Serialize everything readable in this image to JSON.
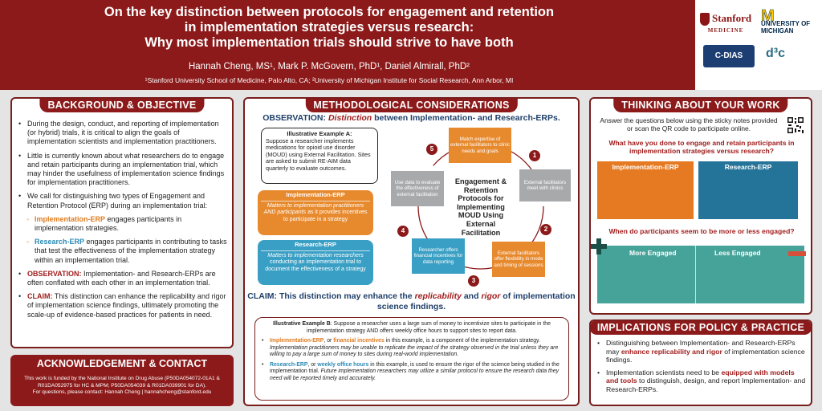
{
  "header": {
    "title_lines": [
      "On the key distinction between protocols for engagement and retention",
      "in implementation strategies versus research:",
      "Why most implementation trials should strive to have both"
    ],
    "authors": "Hannah Cheng, MS¹, Mark P. McGovern, PhD¹, Daniel Almirall, PhD²",
    "affiliations": "¹Stanford University School of Medicine, Palo Alto, CA; ²University of Michigan Institute for Social Research, Ann Arbor, MI",
    "logos": {
      "stanford": "Stanford",
      "stanford_sub": "MEDICINE",
      "umich_line1": "UNIVERSITY OF",
      "umich_line2": "MICHIGAN",
      "cdias": "C-DIAS",
      "d3c": "d³c"
    }
  },
  "background": {
    "title": "BACKGROUND & OBJECTIVE",
    "p1": "During the design, conduct, and reporting of implementation (or hybrid) trials, it is critical to align the goals of implementation scientists and implementation practitioners.",
    "p2": "Little is currently known about what researchers do to engage and retain participants during an implementation trial, which may hinder the usefulness of implementation science findings for implementation practitioners.",
    "p3": "We call for distinguishing two types of Engagement and Retention Protocol (ERP) during an implementation trial:",
    "sub1_term": "Implementation-ERP",
    "sub1_rest": " engages participants in implementation strategies.",
    "sub2_term": "Research-ERP",
    "sub2_rest": " engages participants in contributing to tasks that test the effectiveness of the implementation strategy within an implementation trial.",
    "obs_term": "OBSERVATION:",
    "obs_rest": " Implementation- and Research-ERPs are often conflated with each other in an implementation trial.",
    "claim_term": "CLAIM:",
    "claim_rest": " This distinction can enhance the replicability and rigor of implementation science findings, ultimately promoting the scale-up of evidence-based practices for patients in need."
  },
  "ack": {
    "title": "ACKNOWLEDGEMENT & CONTACT",
    "line1": "This work is funded by the National Institute on Drug Abuse (P50DA054072-01A1 &",
    "line2": "R01DA052975 for HC & MPM; P50DA054039 & R01DA039901 for DA).",
    "line3": "For questions, please contact: Hannah Cheng | hannahcheng@stanford.edu"
  },
  "methods": {
    "title": "METHODOLOGICAL CONSIDERATIONS",
    "obs_prefix": "OBSERVATION: ",
    "obs_em": "Distinction",
    "obs_suffix": " between Implementation- and Research-ERPs.",
    "example_a_title": "Illustrative Example A:",
    "example_a_text": "Suppose a researcher implements medications for opioid use disorder (MOUD) using External Facilitation. Sites are asked to submit RE-AIM data quarterly to evaluate outcomes.",
    "impl_erp_title": "Implementation-ERP",
    "impl_erp_em": "Matters to implementation practitioners AND participants",
    "impl_erp_rest": " as it provides incentives to participate in a strategy",
    "res_erp_title": "Research-ERP",
    "res_erp_em": "Matters to implementation researchers",
    "res_erp_rest": " conducting an implementation trial to document the effectiveness of a strategy",
    "cycle_center": "Engagement & Retention Protocols for Implementing MOUD Using External Facilitation",
    "cycle_steps": [
      "Match expertise of external facilitators to clinic needs and goals",
      "External facilitators meet with clinics",
      "External facilitators offer flexibility in mode and timing of sessions",
      "Researcher offers financial incentives for data reporting",
      "Use data to evaluate the effectiveness of external facilitation"
    ],
    "cycle_numbers": [
      "1",
      "2",
      "3",
      "4",
      "5"
    ],
    "claim_prefix": "CLAIM: This distinction may enhance the ",
    "claim_em1": "replicability",
    "claim_mid": " and ",
    "claim_em2": "rigor",
    "claim_suffix": " of implementation science findings.",
    "example_b_title": "Illustrative Example B",
    "example_b_intro": ": Suppose a researcher uses a large sum of money to incentivize sites to participate in the implementation strategy AND offers weekly office hours to support sites to report data.",
    "b1_term": "Implementation-ERP",
    "b1_mid": ", or ",
    "b1_term2": "financial incentives",
    "b1_rest": " in this example, is a component of the implementation strategy. ",
    "b1_em": "Implementation practitioners may be unable to replicate the impact of the strategy observed in the trial unless they are willing to pay a large sum of money to sites during real-world implementation.",
    "b2_term": "Research-ERP",
    "b2_mid": ", or ",
    "b2_term2": "weekly office hours",
    "b2_rest": " in this example, is used to ensure the rigor of the science being studied in the implementation trial. ",
    "b2_em": "Future implementation researchers may utilize a similar protocol to ensure the research data they need will be reported timely and accurately."
  },
  "thinking": {
    "title": "THINKING ABOUT YOUR WORK",
    "intro": "Answer the questions below using the sticky notes provided or scan the QR code to participate online.",
    "q1": "What have you done to engage and retain participants in implementation strategies versus research?",
    "impl_label": "Implementation-ERP",
    "res_label": "Research-ERP",
    "q2": "When do participants seem to be more or less engaged?",
    "more_label": "More Engaged",
    "less_label": "Less Engaged"
  },
  "implications": {
    "title": "IMPLICATIONS FOR POLICY & PRACTICE",
    "p1_a": "Distinguishing between Implementation- and Research-ERPs may ",
    "p1_em": "enhance replicability and rigor",
    "p1_b": " of implementation science findings.",
    "p2_a": "Implementation scientists need to be ",
    "p2_em": "equipped with models and tools",
    "p2_b": " to distinguish, design, and report Implementation- and Research-ERPs."
  },
  "colors": {
    "brand_red": "#8c1a1a",
    "orange": "#e78a2e",
    "blue": "#3a9fc4",
    "teal": "#46a39a",
    "gray": "#a7a9ab"
  }
}
